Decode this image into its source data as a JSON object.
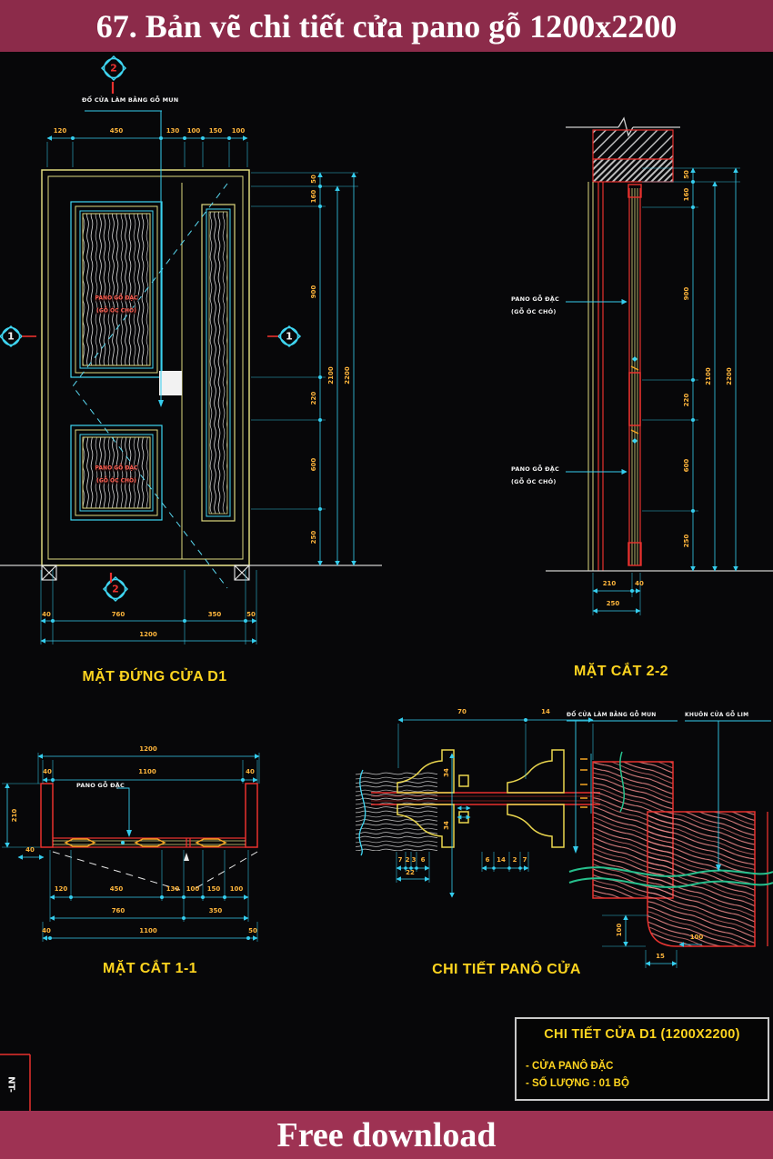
{
  "page": {
    "top_banner": "67. Bản vẽ chi tiết cửa pano gỗ 1200x2200",
    "bottom_banner": "Free download"
  },
  "colors": {
    "banner_top": "#8c2b4a",
    "banner_bottom": "#9e3253",
    "cad_background": "#070709",
    "dim_lines": "#35cdee",
    "frame_yellow": "#ddd87e",
    "dim_text": "#ffb63c",
    "title_text": "#ffd51f",
    "red": "#e8312e",
    "pink_grain": "#f08c8c",
    "green_break": "#27c08d"
  },
  "markers": {
    "top": "2",
    "bottom": "2",
    "left": "1",
    "right": "1"
  },
  "elevation": {
    "title": "MẶT ĐỨNG CỬA D1",
    "top_label": "ĐỐ CỬA LÀM BẰNG GỖ MUN",
    "panel1_label1": "PANO GỖ ĐẶC",
    "panel1_label2": "(GỖ ÓC CHÓ)",
    "panel2_label1": "PANO GỖ ĐẶC",
    "panel2_label2": "(GỖ ÓC CHÓ)",
    "top_dims": [
      "120",
      "450",
      "130",
      "100",
      "150",
      "100"
    ],
    "right_dims": [
      "50",
      "160",
      "900",
      "220",
      "600",
      "250"
    ],
    "overall_inner": "2100",
    "overall_outer": "2200",
    "bottom_dims": [
      "40",
      "760",
      "350",
      "50"
    ],
    "bottom_overall": "1200"
  },
  "section22": {
    "title": "MẶT CẮT 2-2",
    "label1_line1": "PANO GỖ ĐẶC",
    "label1_line2": "(GỖ ÓC CHÓ)",
    "label2_line1": "PANO GỖ ĐẶC",
    "label2_line2": "(GỖ ÓC CHÓ)",
    "right_dims": [
      "50",
      "160",
      "900",
      "220",
      "600",
      "250"
    ],
    "overall_inner": "2100",
    "overall_outer": "2200",
    "bottom_dims": [
      "210",
      "40"
    ],
    "bottom_overall": "250"
  },
  "section11": {
    "title": "MẶT CẮT 1-1",
    "panel_label": "PANO GỖ ĐẶC",
    "top_overall": "1200",
    "top_dims": [
      "40",
      "1100",
      "40"
    ],
    "left_dim": "210",
    "left_dim_small": "40",
    "row1": [
      "120",
      "450",
      "130",
      "100",
      "150",
      "100"
    ],
    "row2": [
      "760",
      "350"
    ],
    "row3": [
      "40",
      "1100",
      "50"
    ]
  },
  "detail": {
    "title": "CHI TIẾT PANÔ CỬA",
    "label_do": "ĐỐ CỬA LÀM BẰNG GỖ MUN",
    "label_khuon": "KHUÔN CỬA GỖ LIM",
    "top_dims": [
      "70",
      "14"
    ],
    "center_dims": [
      "34",
      "34"
    ],
    "micro_left": [
      "7",
      "2",
      "3",
      "6"
    ],
    "micro_left_total": "22",
    "micro_right": [
      "6",
      "14",
      "2",
      "7"
    ],
    "block_dim_v": "100",
    "block_dim_h": "15",
    "block_dim_h2": "100"
  },
  "titleblock": {
    "title": "CHI TIẾT CỬA D1 (1200X2200)",
    "line1": "- CỬA PANÔ ĐẶC",
    "line2": "- SỐ LƯỢNG : 01 BỘ"
  },
  "frame_note": "NT-"
}
